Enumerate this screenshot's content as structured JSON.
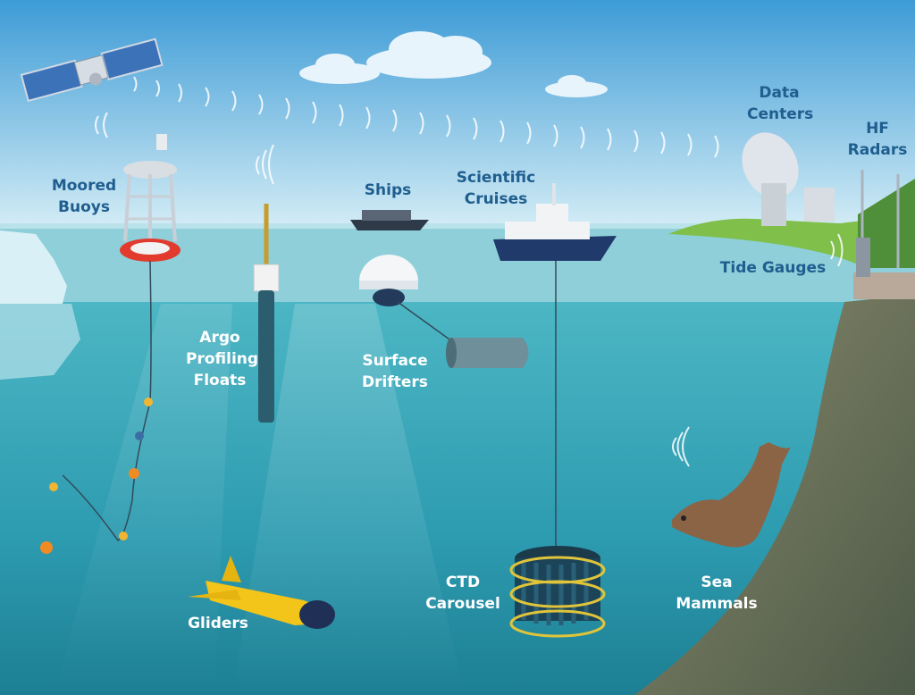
{
  "labels": {
    "moored_buoys": [
      "Moored",
      "Buoys"
    ],
    "ships": "Ships",
    "scientific_cruises": [
      "Scientific",
      "Cruises"
    ],
    "data_centers": [
      "Data",
      "Centers"
    ],
    "hf_radars": [
      "HF",
      "Radars"
    ],
    "tide_gauges": "Tide Gauges",
    "argo_floats": [
      "Argo",
      "Profiling",
      "Floats"
    ],
    "surface_drifters": [
      "Surface",
      "Drifters"
    ],
    "gliders": "Gliders",
    "ctd_carousel": [
      "CTD",
      "Carousel"
    ],
    "sea_mammals": [
      "Sea",
      "Mammals"
    ]
  },
  "colors": {
    "sky_top": "#4aa3d8",
    "sky_bottom": "#cfe9f3",
    "sea_surface": "#8fd0da",
    "water_top": "#4fb8c6",
    "water_bottom": "#1f8496",
    "cliff": "#6f7a5c",
    "label_sky": "#1f5e8f",
    "label_sea": "#ffffff",
    "glider": "#f3c41a"
  },
  "icons": [
    "satellite-icon",
    "signal-waves-icon",
    "moored-buoy-icon",
    "argo-float-icon",
    "ship-icon",
    "research-vessel-icon",
    "surface-drifter-icon",
    "radar-dish-icon",
    "hf-radar-mast-icon",
    "tide-gauge-icon",
    "glider-icon",
    "ctd-carousel-icon",
    "seal-icon",
    "iceberg-icon",
    "cloud-icon"
  ]
}
